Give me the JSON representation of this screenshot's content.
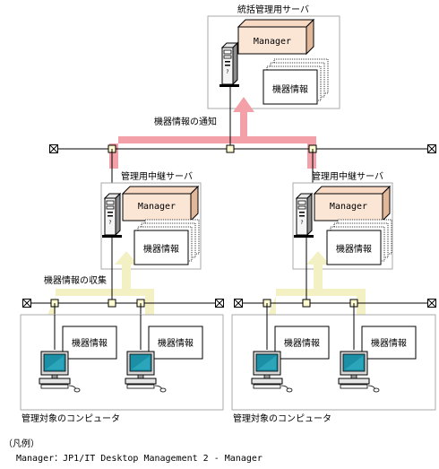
{
  "top_server": {
    "title": "統括管理用サーバ",
    "manager": "Manager",
    "info": "機器情報"
  },
  "notify_label": "機器情報の通知",
  "relay_left": {
    "title": "管理用中継サーバ",
    "manager": "Manager",
    "info": "機器情報"
  },
  "relay_right": {
    "title": "管理用中継サーバ",
    "manager": "Manager",
    "info": "機器情報"
  },
  "collect_label": "機器情報の収集",
  "left_group": {
    "pc1_info": "機器情報",
    "pc2_info": "機器情報",
    "caption": "管理対象のコンピュータ"
  },
  "right_group": {
    "pc1_info": "機器情報",
    "pc2_info": "機器情報",
    "caption": "管理対象のコンピュータ"
  },
  "legend": {
    "title": "（凡例）",
    "line": "Manager：JP1/IT Desktop Management 2 - Manager"
  },
  "colors": {
    "notify_arrow": "#f4a0a8",
    "collect_arrow": "#f3f0c4",
    "manager_box": "#fbe6d6",
    "monitor_screen": "#1b8fa6"
  }
}
